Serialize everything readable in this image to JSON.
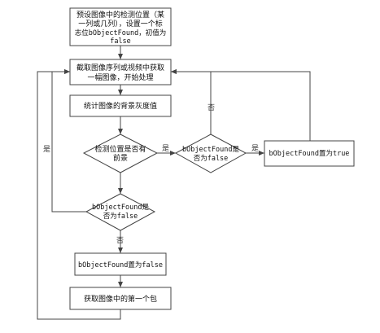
{
  "nodes": {
    "preset": {
      "lines": [
        "预设图像中的检测位置（某",
        "一列或几列），设置一个标",
        "志位bObjectFound，初值为",
        "false"
      ]
    },
    "capture": {
      "lines": [
        "截取图像序列或视频中获取",
        "一幅图像，开始处理"
      ]
    },
    "stats": {
      "lines": [
        "统计图像的背景灰度值"
      ]
    },
    "has_obj": {
      "lines": [
        "检测位置是否有",
        "前景"
      ]
    },
    "found_false_right": {
      "lines": [
        "bObjectFound是",
        "否为false"
      ]
    },
    "set_true": {
      "lines": [
        "bObjectFound置为true"
      ]
    },
    "found_false_left": {
      "lines": [
        "bObjectFound是",
        "否为false"
      ]
    },
    "set_false": {
      "lines": [
        "bObjectFound置为false"
      ]
    },
    "first_pkg": {
      "lines": [
        "获取图像中的第一个包"
      ]
    }
  },
  "edge_labels": {
    "yes_has_obj": "是",
    "yes_found_right": "是",
    "no_found_right": "否",
    "yes_loop_left": "是",
    "no_found_left": "否"
  },
  "colors": {
    "stroke": "#444444",
    "fill": "#ffffff",
    "text": "#111111"
  }
}
